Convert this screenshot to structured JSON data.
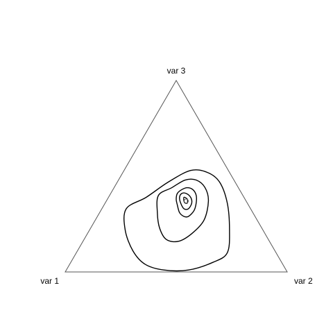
{
  "chart_data": {
    "type": "ternary-contour",
    "title": "",
    "vertex_labels": {
      "left": "var 1",
      "right": "var 2",
      "top": "var 3"
    },
    "center": {
      "var1": 0.27,
      "var2": 0.36,
      "var3": 0.37
    },
    "contours": [
      {
        "name": "",
        "points": [
          [
            0.27,
            0.34,
            0.39
          ],
          [
            0.26,
            0.36,
            0.38
          ],
          [
            0.27,
            0.37,
            0.36
          ],
          [
            0.28,
            0.36,
            0.36
          ],
          [
            0.28,
            0.35,
            0.37
          ],
          [
            0.27,
            0.34,
            0.39
          ]
        ]
      },
      {
        "name": "",
        "points": [
          [
            0.27,
            0.32,
            0.41
          ],
          [
            0.25,
            0.34,
            0.41
          ],
          [
            0.24,
            0.37,
            0.39
          ],
          [
            0.25,
            0.39,
            0.36
          ],
          [
            0.28,
            0.39,
            0.33
          ],
          [
            0.3,
            0.37,
            0.33
          ],
          [
            0.3,
            0.34,
            0.36
          ],
          [
            0.29,
            0.32,
            0.39
          ],
          [
            0.27,
            0.32,
            0.41
          ]
        ]
      },
      {
        "name": "",
        "points": [
          [
            0.29,
            0.3,
            0.41
          ],
          [
            0.26,
            0.31,
            0.43
          ],
          [
            0.23,
            0.33,
            0.44
          ],
          [
            0.21,
            0.36,
            0.43
          ],
          [
            0.21,
            0.39,
            0.4
          ],
          [
            0.23,
            0.41,
            0.36
          ],
          [
            0.26,
            0.42,
            0.32
          ],
          [
            0.3,
            0.41,
            0.29
          ],
          [
            0.32,
            0.39,
            0.29
          ],
          [
            0.33,
            0.36,
            0.31
          ],
          [
            0.32,
            0.33,
            0.35
          ],
          [
            0.31,
            0.31,
            0.38
          ],
          [
            0.29,
            0.3,
            0.41
          ]
        ]
      },
      {
        "name": "",
        "points": [
          [
            0.38,
            0.22,
            0.4
          ],
          [
            0.3,
            0.26,
            0.44
          ],
          [
            0.22,
            0.3,
            0.48
          ],
          [
            0.17,
            0.35,
            0.48
          ],
          [
            0.15,
            0.41,
            0.44
          ],
          [
            0.17,
            0.46,
            0.37
          ],
          [
            0.24,
            0.49,
            0.27
          ],
          [
            0.33,
            0.47,
            0.2
          ],
          [
            0.41,
            0.43,
            0.16
          ],
          [
            0.46,
            0.37,
            0.17
          ],
          [
            0.46,
            0.31,
            0.23
          ],
          [
            0.43,
            0.26,
            0.31
          ],
          [
            0.38,
            0.22,
            0.4
          ]
        ]
      },
      {
        "name": "",
        "points": [
          [
            0.56,
            0.11,
            0.33
          ],
          [
            0.44,
            0.17,
            0.39
          ],
          [
            0.3,
            0.23,
            0.47
          ],
          [
            0.17,
            0.3,
            0.53
          ],
          [
            0.1,
            0.38,
            0.52
          ],
          [
            0.07,
            0.46,
            0.47
          ],
          [
            0.09,
            0.55,
            0.36
          ],
          [
            0.15,
            0.63,
            0.22
          ],
          [
            0.22,
            0.68,
            0.1
          ],
          [
            0.31,
            0.64,
            0.05
          ],
          [
            0.44,
            0.55,
            0.01
          ],
          [
            0.55,
            0.44,
            0.01
          ],
          [
            0.62,
            0.34,
            0.04
          ],
          [
            0.64,
            0.25,
            0.11
          ],
          [
            0.62,
            0.16,
            0.22
          ],
          [
            0.56,
            0.11,
            0.33
          ]
        ]
      }
    ],
    "grid": false,
    "legend": "none"
  }
}
